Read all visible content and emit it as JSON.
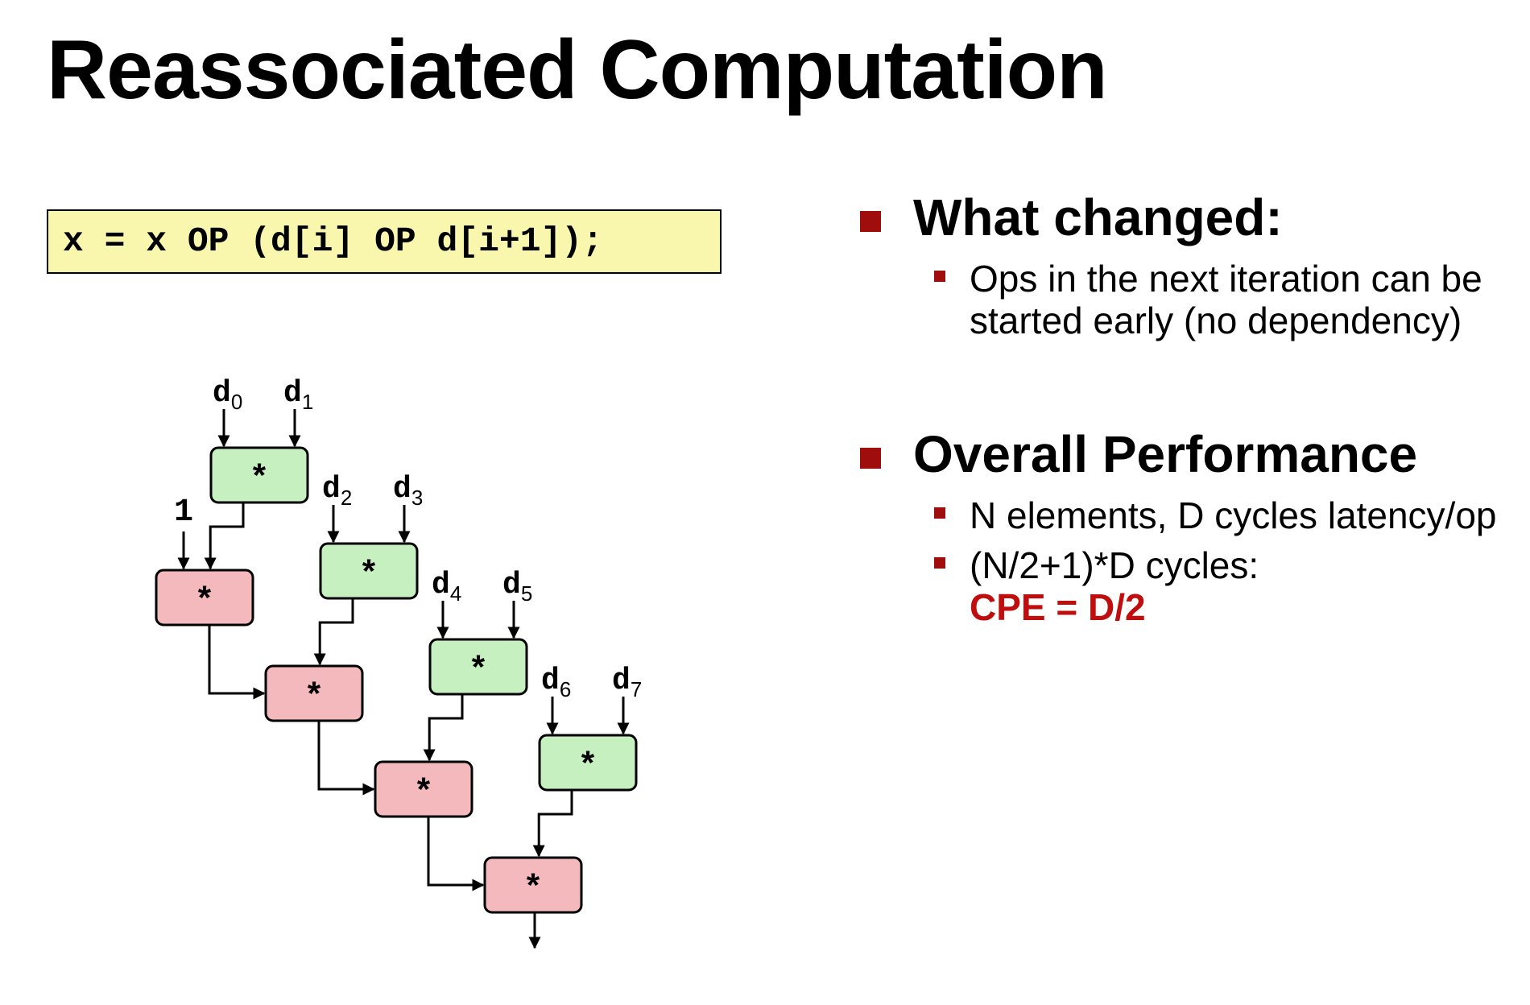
{
  "title": "Reassociated Computation",
  "code": "x = x OP (d[i] OP d[i+1]);",
  "diagram": {
    "operator": "*",
    "initial": "1",
    "output_label": "",
    "inputs": [
      {
        "base": "d",
        "sub": "0"
      },
      {
        "base": "d",
        "sub": "1"
      },
      {
        "base": "d",
        "sub": "2"
      },
      {
        "base": "d",
        "sub": "3"
      },
      {
        "base": "d",
        "sub": "4"
      },
      {
        "base": "d",
        "sub": "5"
      },
      {
        "base": "d",
        "sub": "6"
      },
      {
        "base": "d",
        "sub": "7"
      }
    ],
    "colors": {
      "pair_fill": "#c6f0c0",
      "acc_fill": "#f4b9bd",
      "stroke": "#000000"
    }
  },
  "sections": [
    {
      "heading": "What changed:",
      "bullets": [
        {
          "text": "Ops in the next iteration can be started early (no dependency)",
          "highlight": ""
        }
      ]
    },
    {
      "heading": "Overall Performance",
      "bullets": [
        {
          "text": "N elements, D cycles latency/op",
          "highlight": ""
        },
        {
          "text": "(N/2+1)*D cycles:",
          "highlight": "CPE = D/2"
        }
      ]
    }
  ],
  "colors": {
    "bullet": "#a00d0d",
    "highlight": "#c00d0d",
    "code_bg": "#f8f7ad"
  }
}
